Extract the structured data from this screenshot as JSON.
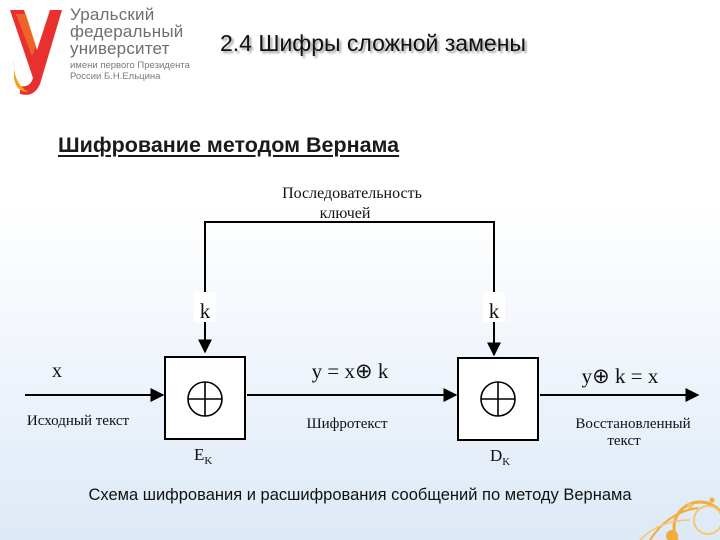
{
  "logo": {
    "line1": "Уральский",
    "line2": "федеральный",
    "line3": "университет",
    "line4": "имени первого Президента",
    "line5": "России Б.Н.Ельцина"
  },
  "slide_title": "2.4 Шифры сложной замены",
  "subtitle": "Шифрование методом Вернама",
  "diagram": {
    "key_sequence_line1": "Последовательность",
    "key_sequence_line2": "ключей",
    "key_left": "k",
    "key_right": "k",
    "input_symbol": "x",
    "input_label": "Исходный текст",
    "cipher_formula": "y = x⊕ k",
    "cipher_label": "Шифротекст",
    "output_formula": "y⊕ k = x",
    "output_label_line1": "Восстановленный",
    "output_label_line2": "текст",
    "encrypt_block": "E",
    "encrypt_sub": "K",
    "decrypt_block": "D",
    "decrypt_sub": "K",
    "xor_symbol": "⊕"
  },
  "caption": "Схема шифрования и расшифрования сообщений по методу Вернама",
  "colors": {
    "logo_red": "#e8312f",
    "logo_orange": "#f5a21b",
    "logo_gray": "#6e6e6e",
    "background_blue": "#dde9f6"
  }
}
